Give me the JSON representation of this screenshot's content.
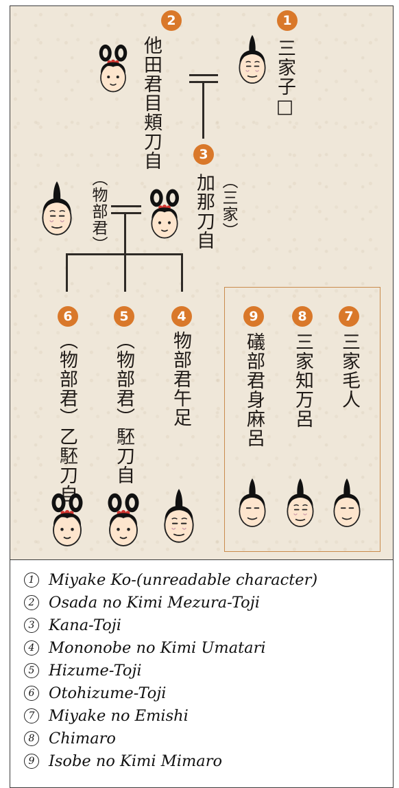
{
  "figures": [
    {
      "num": "1",
      "name": "三家子□",
      "face": "man-elder"
    },
    {
      "num": "2",
      "name": "他田君目頬刀自",
      "face": "woman"
    },
    {
      "num": "3",
      "name": "加那刀自",
      "note": "（三家）",
      "face": "woman"
    },
    {
      "num": "4",
      "name": "物部君午足",
      "face": "man-elder"
    },
    {
      "num": "5",
      "name": "（物部君）駓刀自",
      "face": "woman"
    },
    {
      "num": "6",
      "name": "（物部君）乙駓刀自",
      "face": "woman"
    },
    {
      "num": "7",
      "name": "三家毛人",
      "face": "man"
    },
    {
      "num": "8",
      "name": "三家知万呂",
      "face": "man"
    },
    {
      "num": "9",
      "name": "礒部君身麻呂",
      "face": "man"
    }
  ],
  "spouse_of_3": {
    "name": "（物部君）",
    "face": "man"
  },
  "legend": [
    {
      "num": "1",
      "text": "Miyake Ko-(unreadable character)"
    },
    {
      "num": "2",
      "text": "Osada no Kimi Mezura-Toji"
    },
    {
      "num": "3",
      "text": "Kana-Toji"
    },
    {
      "num": "4",
      "text": "Mononobe no Kimi Umatari"
    },
    {
      "num": "5",
      "text": "Hizume-Toji"
    },
    {
      "num": "6",
      "text": "Otohizume-Toji"
    },
    {
      "num": "7",
      "text": "Miyake no Emishi"
    },
    {
      "num": "8",
      "text": "Chimaro"
    },
    {
      "num": "9",
      "text": "Isobe no Kimi Mimaro"
    }
  ],
  "colors": {
    "badge": "#d9782a",
    "line": "#2e2a26",
    "box": "#c98a4b",
    "background": "#efe7d9"
  }
}
